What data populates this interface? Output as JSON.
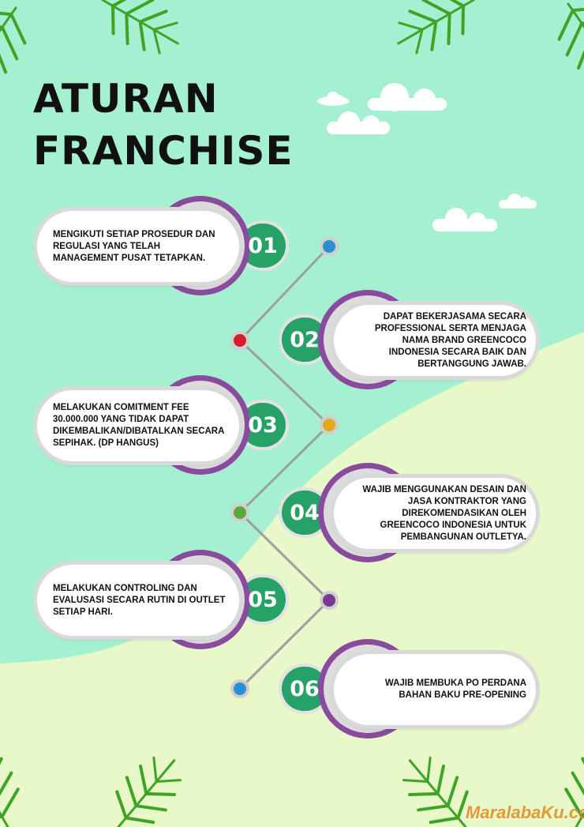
{
  "title": [
    "ATURAN",
    "FRANCHISE"
  ],
  "colors": {
    "mint": "#a6f0d2",
    "lime": "#e8f8c8",
    "purple": "#8a4a9e",
    "green": "#27a266",
    "ring_grey": "#d9d9d9",
    "line": "#9e9e9e"
  },
  "steps": [
    {
      "number": "01",
      "text": "MENGIKUTI SETIAP PROSEDUR DAN REGULASI YANG TELAH MANAGEMENT PUSAT TETAPKAN.",
      "side": "left"
    },
    {
      "number": "02",
      "text": "DAPAT BEKERJASAMA SECARA PROFESSIONAL SERTA MENJAGA NAMA BRAND GREENCOCO INDONESIA SECARA BAIK DAN BERTANGGUNG JAWAB.",
      "side": "right"
    },
    {
      "number": "03",
      "text": "MELAKUKAN COMITMENT FEE 30.000.000 YANG TIDAK DAPAT DIKEMBALIKAN/DIBATALKAN SECARA SEPIHAK. (DP HANGUS)",
      "side": "left"
    },
    {
      "number": "04",
      "text": "WAJIB MENGGUNAKAN DESAIN DAN JASA KONTRAKTOR YANG DIREKOMENDASIKAN OLEH GREENCOCO INDONESIA UNTUK PEMBANGUNAN OUTLETYA.",
      "side": "right"
    },
    {
      "number": "05",
      "text": "MELAKUKAN CONTROLING DAN EVALUSASI SECARA RUTIN DI OUTLET SETIAP HARI.",
      "side": "left"
    },
    {
      "number": "06",
      "text": "WAJIB MEMBUKA PO PERDANA BAHAN BAKU PRE-OPENING",
      "side": "right"
    }
  ],
  "connector_dots": [
    {
      "icon": "blue-dot",
      "color": "#2a8fd0"
    },
    {
      "icon": "red-dot",
      "color": "#d21f2a"
    },
    {
      "icon": "yellow-dot",
      "color": "#e0a81a"
    },
    {
      "icon": "green-dot",
      "color": "#5aa83a"
    },
    {
      "icon": "purple-dot",
      "color": "#7a3a92"
    },
    {
      "icon": "blue-dot",
      "color": "#2a8fd0"
    }
  ],
  "watermark": "MaralabaKu.com"
}
